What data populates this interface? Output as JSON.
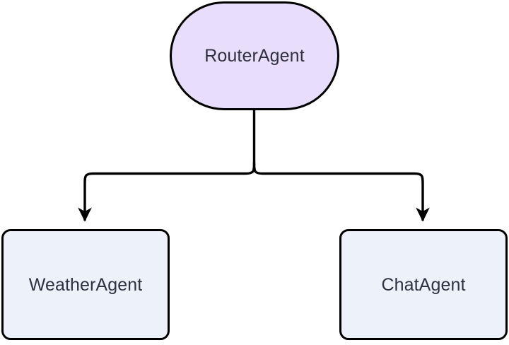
{
  "diagram": {
    "type": "flowchart",
    "orientation": "top-down",
    "background_color": "#ffffff",
    "edge_color": "#000000",
    "nodes": [
      {
        "id": "router",
        "label": "RouterAgent",
        "shape": "stadium",
        "fill_color": "#e8ddfa",
        "border_color": "#000000",
        "text_color": "#2f3042"
      },
      {
        "id": "weather",
        "label": "WeatherAgent",
        "shape": "rounded-rectangle",
        "fill_color": "#edf2fa",
        "border_color": "#000000",
        "text_color": "#2f3042"
      },
      {
        "id": "chat",
        "label": "ChatAgent",
        "shape": "rounded-rectangle",
        "fill_color": "#edf2fa",
        "border_color": "#000000",
        "text_color": "#2f3042"
      }
    ],
    "edges": [
      {
        "id": "router-to-weather",
        "from": "router",
        "to": "weather",
        "style": "orthogonal",
        "arrowhead": "filled-triangle"
      },
      {
        "id": "router-to-chat",
        "from": "router",
        "to": "chat",
        "style": "orthogonal",
        "arrowhead": "filled-triangle"
      }
    ]
  }
}
